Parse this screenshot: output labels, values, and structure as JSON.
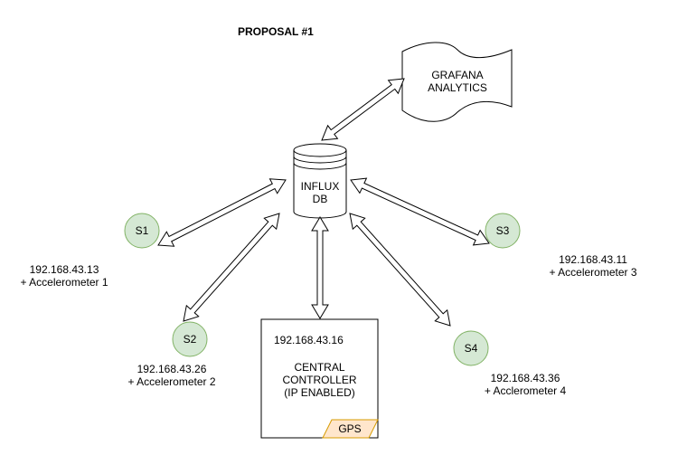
{
  "title": "PROPOSAL #1",
  "grafana": {
    "label": "GRAFANA\nANALYTICS"
  },
  "influx": {
    "label": "INFLUX\nDB"
  },
  "sensors": [
    {
      "label": "S1",
      "ip": "192.168.43.13",
      "desc": "+ Accelerometer 1"
    },
    {
      "label": "S2",
      "ip": "192.168.43.26",
      "desc": "+ Accelerometer 2"
    },
    {
      "label": "S3",
      "ip": "192.168.43.11",
      "desc": "+ Accelerometer 3"
    },
    {
      "label": "S4",
      "ip": "192.168.43.36",
      "desc": "+ Acclerometer 4"
    }
  ],
  "controller": {
    "ip": "192.168.43.16",
    "label": "CENTRAL\nCONTROLLER\n(IP ENABLED)",
    "gps": "GPS"
  },
  "colors": {
    "sensor_fill": "#d5e8d4",
    "sensor_stroke": "#82b366",
    "gps_fill": "#ffe6cc",
    "gps_stroke": "#d79b00",
    "stroke": "#000000"
  }
}
